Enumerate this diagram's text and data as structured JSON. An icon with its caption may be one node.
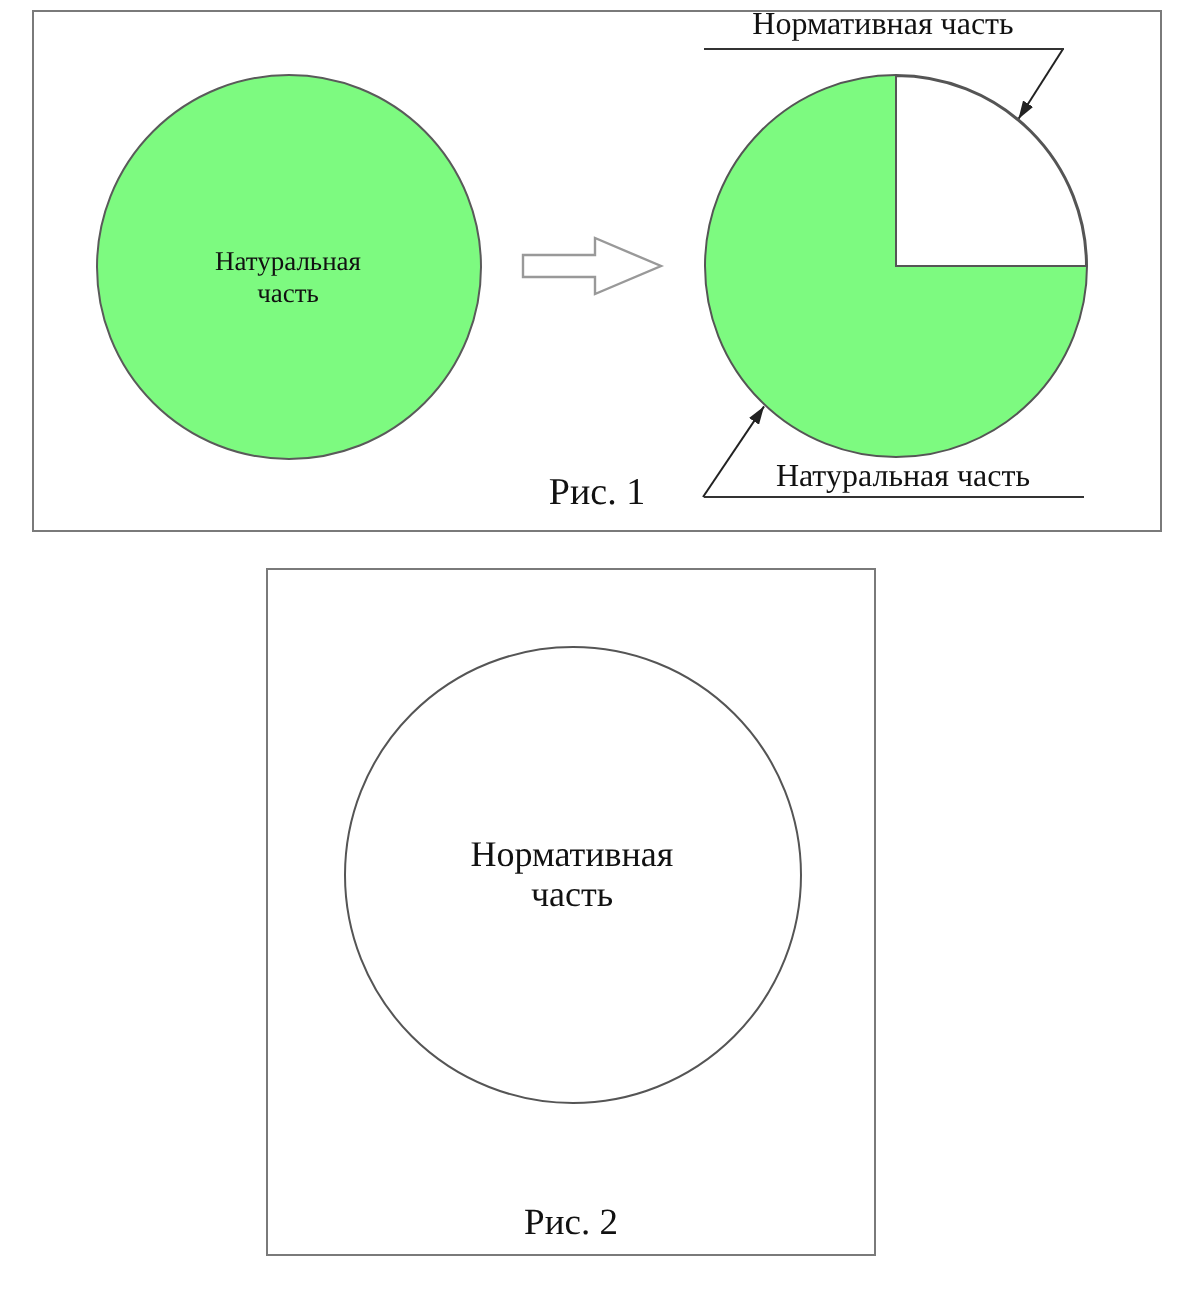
{
  "diagram": {
    "nodes": [
      {
        "text": [
          "Рис. 1"
        ]
      },
      {
        "text": [
          "Натуральная часть"
        ],
        "in": 0
      },
      {
        "text": [],
        "shape": "circle",
        "in": 0
      },
      {
        "text": [],
        "shape": "sector",
        "in": 2
      },
      {
        "text": [
          "Нормативная часть"
        ],
        "in": 0
      },
      {
        "text": [
          "Натуральная часть"
        ],
        "in": 0
      },
      {
        "text": [
          "Рис. 2"
        ]
      },
      {
        "text": [
          "Нормативная часть"
        ],
        "in": 6
      }
    ],
    "edges": [
      {
        "from": 1,
        "to": 2,
        "arrow": "to",
        "style": "thick",
        "color": "#999999"
      },
      {
        "from": 4,
        "to": 3,
        "arrow": "to"
      },
      {
        "from": 5,
        "to": 2,
        "arrow": "to"
      }
    ]
  }
}
